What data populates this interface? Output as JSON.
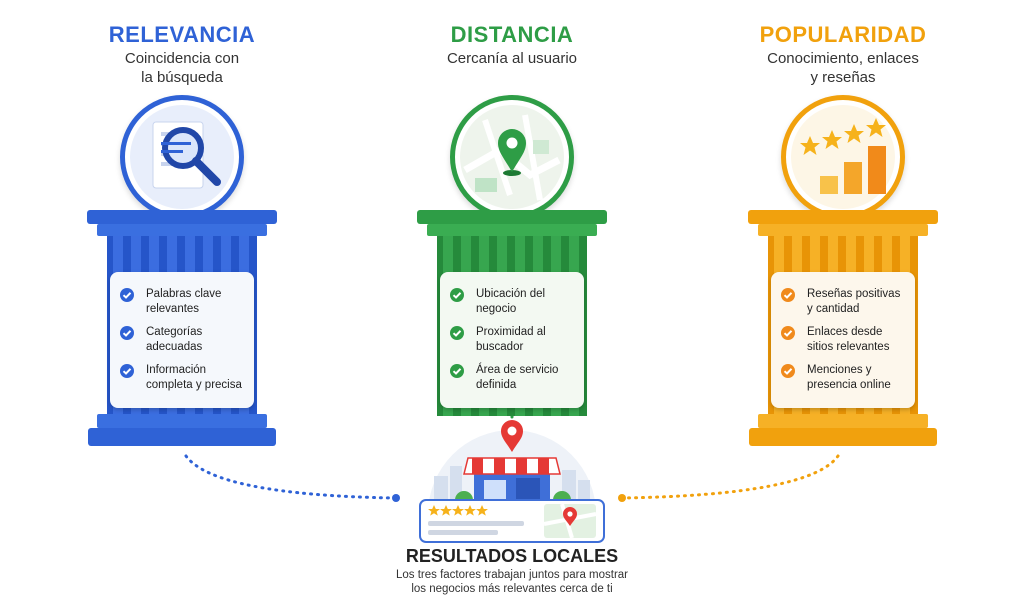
{
  "colors": {
    "blue": "#2f62d6",
    "green": "#2e9d46",
    "orange": "#f1a10d"
  },
  "pillars": [
    {
      "title": "RELEVANCIA",
      "subtitle": "Coincidencia con\nla búsqueda",
      "icon": "magnifier-document-icon",
      "items": [
        "Palabras clave\nrelevantes",
        "Categorías\nadecuadas",
        "Información\ncompleta y precisa"
      ]
    },
    {
      "title": "DISTANCIA",
      "subtitle": "Cercanía al usuario",
      "icon": "map-pin-icon",
      "items": [
        "Ubicación del\nnegocio",
        "Proximidad al\nbuscador",
        "Área de servicio\ndefinida"
      ]
    },
    {
      "title": "POPULARIDAD",
      "subtitle": "Conocimiento, enlaces\ny reseñas",
      "icon": "stars-bar-chart-icon",
      "items": [
        "Reseñas positivas\ny cantidad",
        "Enlaces desde\nsitios relevantes",
        "Menciones y\npresencia online"
      ]
    }
  ],
  "result": {
    "title": "RESULTADOS LOCALES",
    "description": "Los tres factores trabajan juntos para mostrar\nlos negocios más relevantes cerca de ti",
    "icon": "storefront-map-icon"
  }
}
